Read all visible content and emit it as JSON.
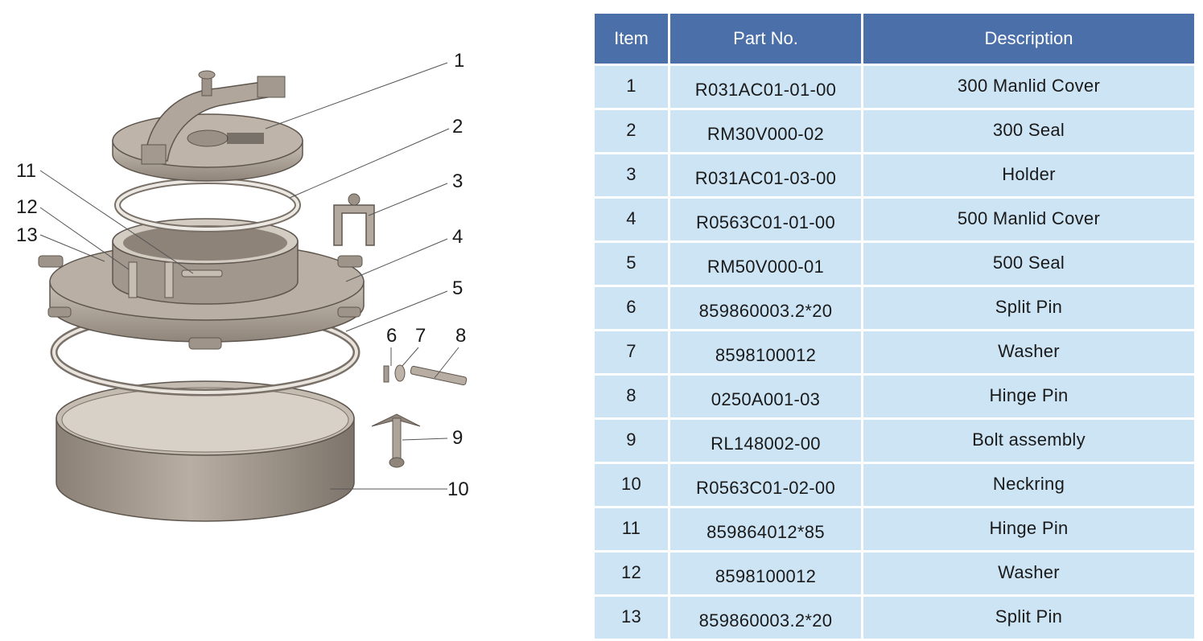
{
  "diagram": {
    "callouts": [
      "1",
      "2",
      "3",
      "4",
      "5",
      "6",
      "7",
      "8",
      "9",
      "10",
      "11",
      "12",
      "13"
    ]
  },
  "table": {
    "headers": {
      "item": "Item",
      "part_no": "Part No.",
      "description": "Description"
    },
    "rows": [
      {
        "item": "1",
        "part_no": "R031AC01-01-00",
        "description": "300 Manlid Cover"
      },
      {
        "item": "2",
        "part_no": "RM30V000-02",
        "description": "300 Seal"
      },
      {
        "item": "3",
        "part_no": "R031AC01-03-00",
        "description": "Holder"
      },
      {
        "item": "4",
        "part_no": "R0563C01-01-00",
        "description": "500 Manlid Cover"
      },
      {
        "item": "5",
        "part_no": "RM50V000-01",
        "description": "500 Seal"
      },
      {
        "item": "6",
        "part_no": "859860003.2*20",
        "description": "Split Pin"
      },
      {
        "item": "7",
        "part_no": "8598100012",
        "description": "Washer"
      },
      {
        "item": "8",
        "part_no": "0250A001-03",
        "description": "Hinge Pin"
      },
      {
        "item": "9",
        "part_no": "RL148002-00",
        "description": "Bolt assembly"
      },
      {
        "item": "10",
        "part_no": "R0563C01-02-00",
        "description": "Neckring"
      },
      {
        "item": "11",
        "part_no": "859864012*85",
        "description": "Hinge Pin"
      },
      {
        "item": "12",
        "part_no": "8598100012",
        "description": "Washer"
      },
      {
        "item": "13",
        "part_no": "859860003.2*20",
        "description": "Split Pin"
      }
    ]
  },
  "colors": {
    "header_bg": "#4a6fa9",
    "row_bg": "#cde4f4",
    "metal": "#a79d92"
  }
}
